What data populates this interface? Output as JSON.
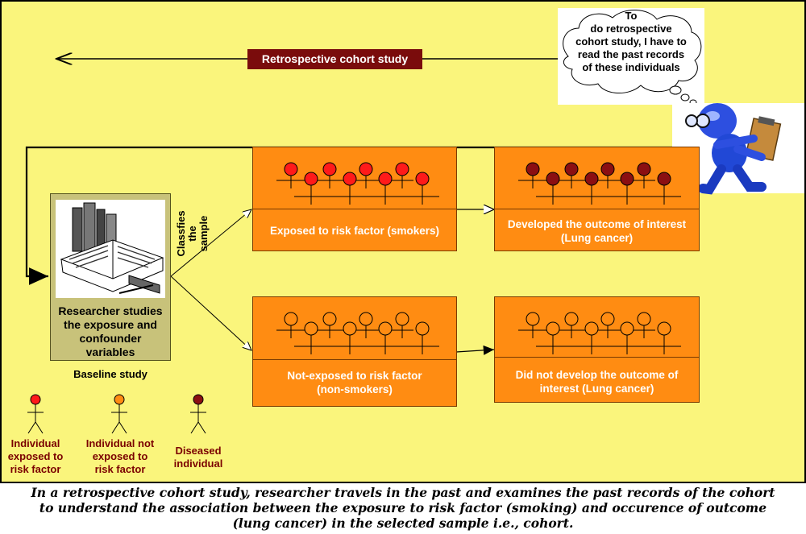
{
  "banner": {
    "label": "Retrospective cohort study"
  },
  "thought_bubble": {
    "text_lines": [
      "To",
      "do retrospective",
      "cohort study, I have to",
      "read the past records",
      "of these individuals"
    ]
  },
  "research": {
    "lines": [
      "Researcher studies",
      "the exposure and",
      "confounder",
      "variables"
    ],
    "baseline_label": "Baseline study"
  },
  "classifies_label": [
    "Classfies",
    "the",
    "sample"
  ],
  "panels": {
    "exposed": [
      "Exposed to risk factor (smokers)"
    ],
    "developed": [
      "Developed the outcome of interest",
      "(Lung cancer)"
    ],
    "not_exposed": [
      "Not-exposed to risk factor",
      "(non-smokers)"
    ],
    "not_developed": [
      "Did not develop the outcome of",
      "interest (Lung cancer)"
    ]
  },
  "legend": {
    "exposed": {
      "lines": [
        "Individual",
        "exposed to",
        "risk factor"
      ],
      "color": "#ff1a1a"
    },
    "not_exposed": {
      "lines": [
        "Individual not",
        "exposed to",
        "risk factor"
      ],
      "color": "#ff8c12"
    },
    "diseased": {
      "lines": [
        "Diseased",
        "individual"
      ],
      "color": "#8b0f12"
    }
  },
  "colors": {
    "background": "#faf57c",
    "banner": "#7a0c0c",
    "panel": "#ff8c12",
    "exposed_dot": "#ff1a1a",
    "diseased_dot": "#8b0f12",
    "robot": "#2d4fe0"
  },
  "icons": [
    "books-illustration",
    "researcher-robot-icon",
    "thought-cloud-icon",
    "stick-figure-icon"
  ],
  "caption": [
    "In a retrospective cohort study, researcher travels in the past and examines the past records of the cohort",
    "to understand the association between the exposure to risk factor (smoking) and occurence of outcome",
    "(lung cancer) in the selected sample i.e., cohort."
  ]
}
